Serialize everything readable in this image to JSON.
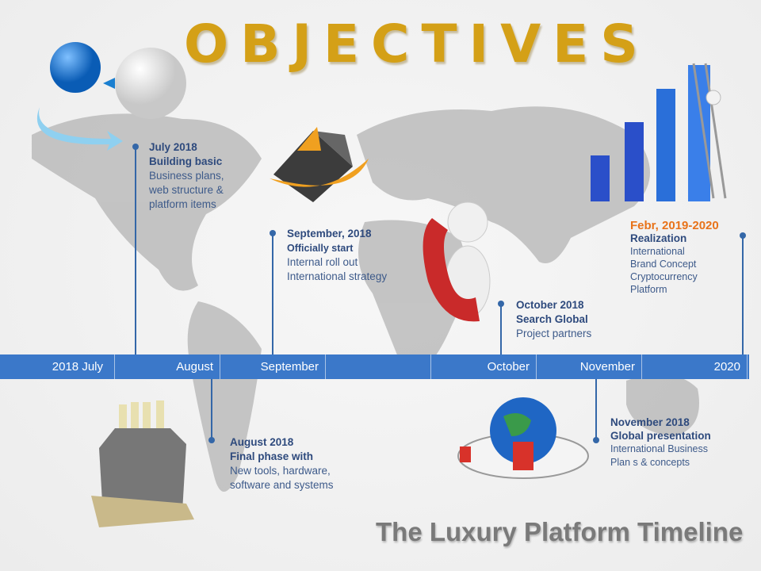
{
  "title": "OBJECTIVES",
  "timeline": {
    "labels": [
      "2018  July",
      "August",
      "September",
      "",
      "October",
      "November",
      "2020"
    ]
  },
  "events": [
    {
      "date": "July 2018",
      "heading": "Building basic",
      "lines": [
        "Business plans,",
        "web structure &",
        "platform  items"
      ]
    },
    {
      "date": "September, 2018",
      "heading": "Officially start",
      "lines": [
        "Internal  roll out",
        "International strategy"
      ]
    },
    {
      "date": "October 2018",
      "heading": "Search Global",
      "lines": [
        "Project partners"
      ]
    },
    {
      "date": "Febr, 2019-2020",
      "heading": "Realization",
      "lines": [
        "International",
        "Brand Concept",
        "Cryptocurrency",
        "Platform"
      ]
    },
    {
      "date": "August  2018",
      "heading": "Final phase with",
      "lines": [
        "New tools,  hardware,",
        "software and systems"
      ]
    },
    {
      "date": "November 2018",
      "heading": "Global presentation",
      "lines": [
        "International Business",
        "Plan s & concepts"
      ]
    }
  ],
  "footer": "The Luxury Platform Timeline",
  "colors": {
    "bar": "#3b78c9",
    "title": "#d4a017",
    "accent": "#e8731a",
    "text": "#2e4a7d"
  }
}
